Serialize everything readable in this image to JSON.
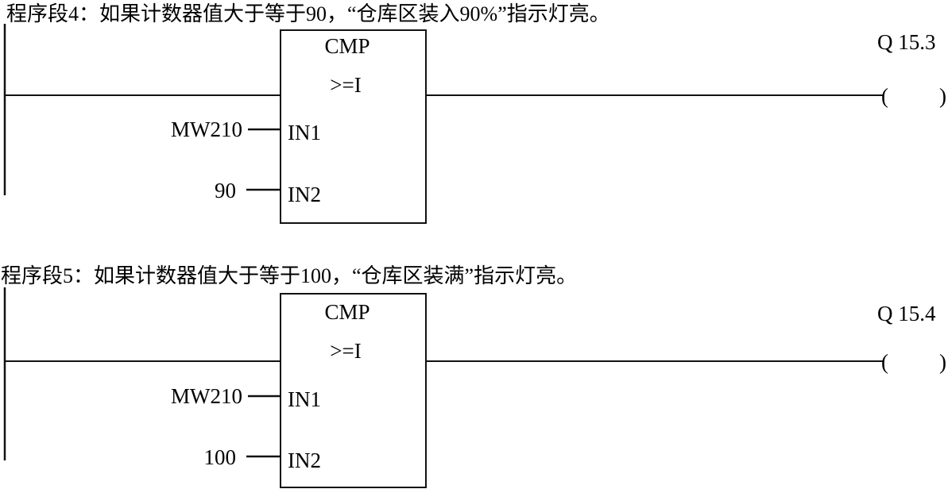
{
  "networks": [
    {
      "title": "程序段4：如果计数器值大于等于90，“仓库区装入90%”指示灯亮。",
      "block_name": "CMP",
      "operator": ">=I",
      "pin1": "IN1",
      "pin2": "IN2",
      "input1": "MW210",
      "input2": "90",
      "coil_address": "Q 15.3",
      "coil_open": "(",
      "coil_close": ")"
    },
    {
      "title": "程序段5：如果计数器值大于等于100，“仓库区装满”指示灯亮。",
      "block_name": "CMP",
      "operator": ">=I",
      "pin1": "IN1",
      "pin2": "IN2",
      "input1": "MW210",
      "input2": "100",
      "coil_address": "Q 15.4",
      "coil_open": "(",
      "coil_close": ")"
    }
  ]
}
